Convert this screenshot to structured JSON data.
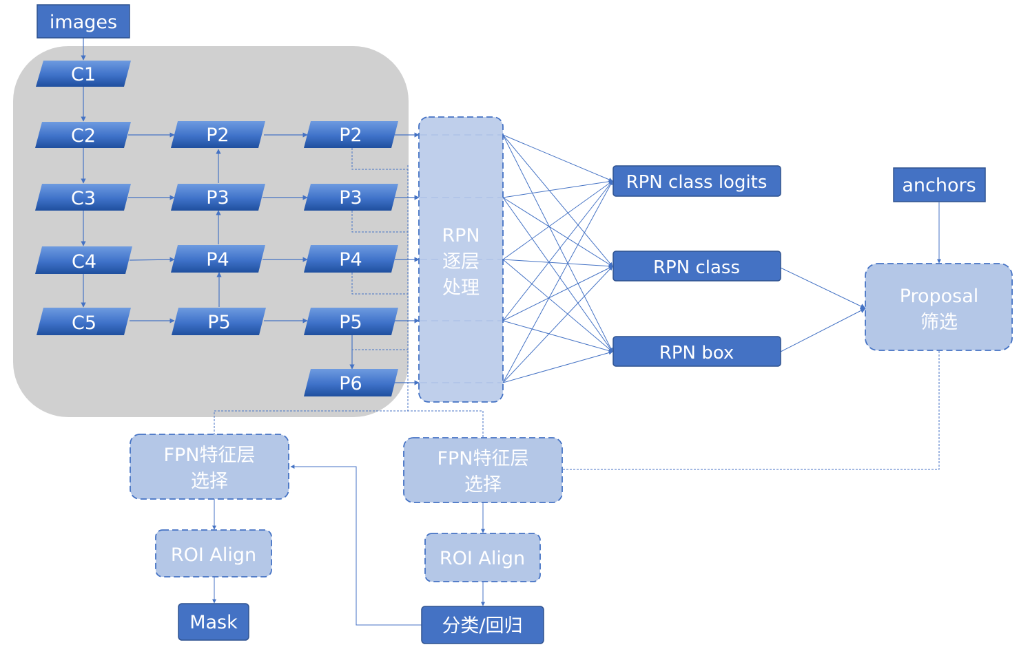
{
  "inputs": {
    "images": "images",
    "anchors": "anchors"
  },
  "backbone": {
    "c1": "C1",
    "c2": "C2",
    "c3": "C3",
    "c4": "C4",
    "c5": "C5"
  },
  "fpn_mid": {
    "p2": "P2",
    "p3": "P3",
    "p4": "P4",
    "p5": "P5"
  },
  "fpn_out": {
    "p2": "P2",
    "p3": "P3",
    "p4": "P4",
    "p5": "P5",
    "p6": "P6"
  },
  "rpn_process": {
    "line1": "RPN",
    "line2": "逐层",
    "line3": "处理"
  },
  "rpn_outputs": {
    "class_logits": "RPN class logits",
    "class": "RPN class",
    "box": "RPN box"
  },
  "proposal": {
    "line1": "Proposal",
    "line2": "筛选"
  },
  "left_branch": {
    "fpn_select_line1": "FPN特征层",
    "fpn_select_line2": "选择",
    "roi_align": "ROI Align",
    "mask": "Mask"
  },
  "right_branch": {
    "fpn_select_line1": "FPN特征层",
    "fpn_select_line2": "选择",
    "roi_align": "ROI Align",
    "classify": "分类/回归"
  },
  "colors": {
    "solid_box": "#4472C4",
    "solid_box_border": "#2F528F",
    "light_box": "#B4C7E7",
    "light_box_border": "#4472C4",
    "backbone_panel": "#D0D0D0",
    "line": "#4472C4"
  }
}
